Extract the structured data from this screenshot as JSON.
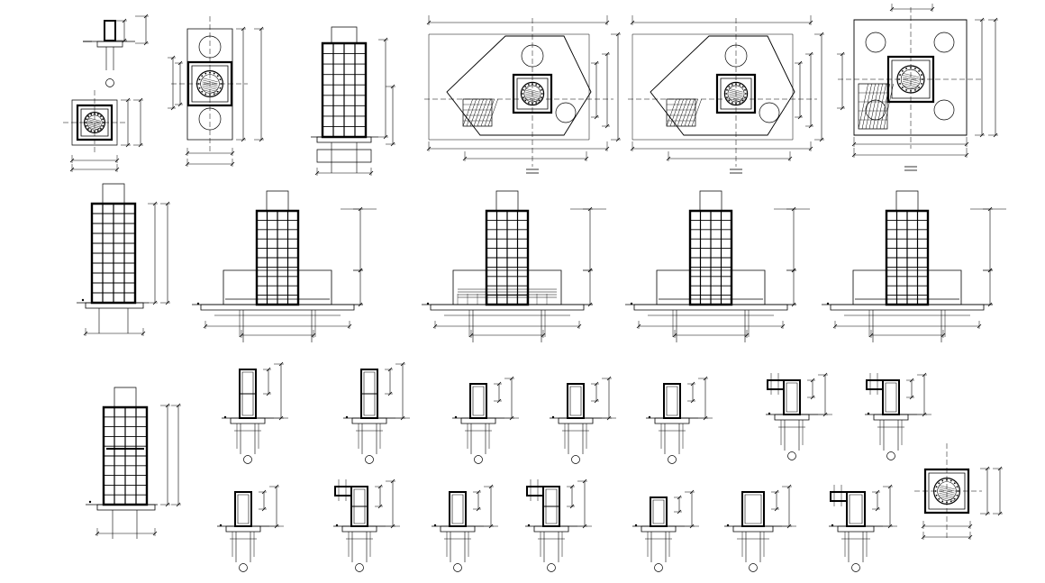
{
  "drawing": {
    "colors": {
      "background": "#ffffff",
      "line": "#000000"
    },
    "groups": [
      {
        "key": "pile-cap-plans",
        "count": 6
      },
      {
        "key": "pile-cap-elevations",
        "count": 5
      },
      {
        "key": "column-elevation-tall",
        "count": 1
      },
      {
        "key": "column-base-details-row-1",
        "count": 7
      },
      {
        "key": "column-base-details-row-2",
        "count": 8
      }
    ],
    "text_labels": []
  }
}
